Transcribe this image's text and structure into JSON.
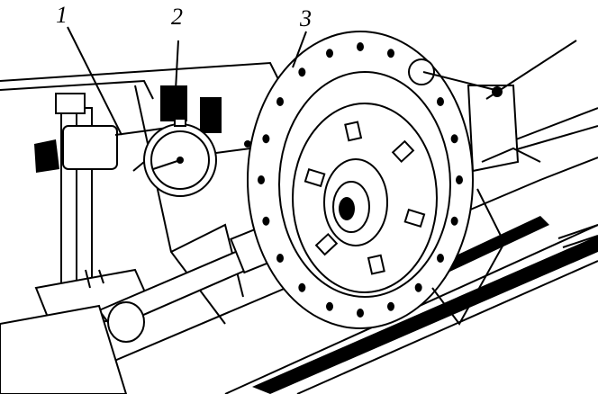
{
  "figure": {
    "labels": [
      {
        "id": "1",
        "text": "1"
      },
      {
        "id": "2",
        "text": "2"
      },
      {
        "id": "3",
        "text": "3"
      }
    ]
  }
}
